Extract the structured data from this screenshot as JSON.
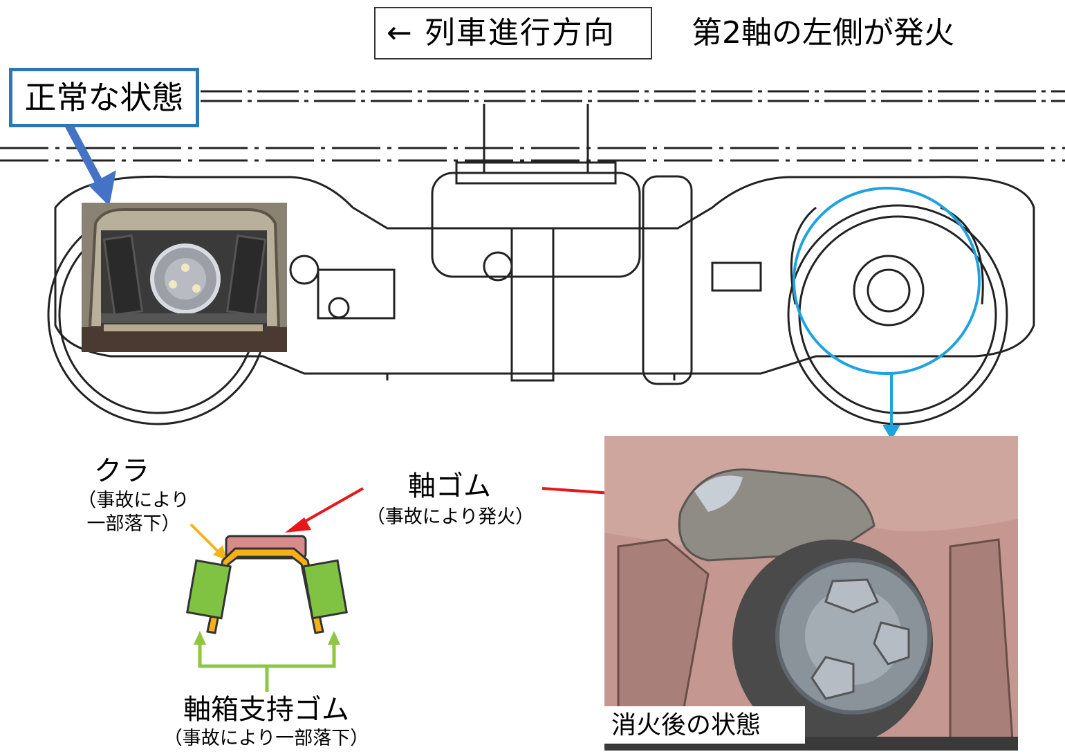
{
  "header": {
    "direction": "← 列車進行方向",
    "fire_location": "第2軸の左側が発火"
  },
  "callouts": {
    "normal_state": "正常な状態",
    "after_extinguish": "消火後の状態"
  },
  "parts": {
    "kura": "クラ",
    "kura_note_line1": "（事故により",
    "kura_note_line2": "一部落下）",
    "axle_rubber": "軸ゴム",
    "axle_rubber_note": "（事故により発火）",
    "axle_box_rubber": "軸箱支持ゴム",
    "axle_box_rubber_note": "（事故により一部落下）"
  },
  "colors": {
    "callout_blue": "#2e77b6",
    "highlight_circle": "#1ea3e0",
    "arrow_red": "#e8151b",
    "arrow_orange": "#f6b21a",
    "bracket_green": "#8dc641",
    "rubber_pink": "#d98b8c",
    "kura_orange": "#f7b116",
    "support_green": "#80c343"
  }
}
